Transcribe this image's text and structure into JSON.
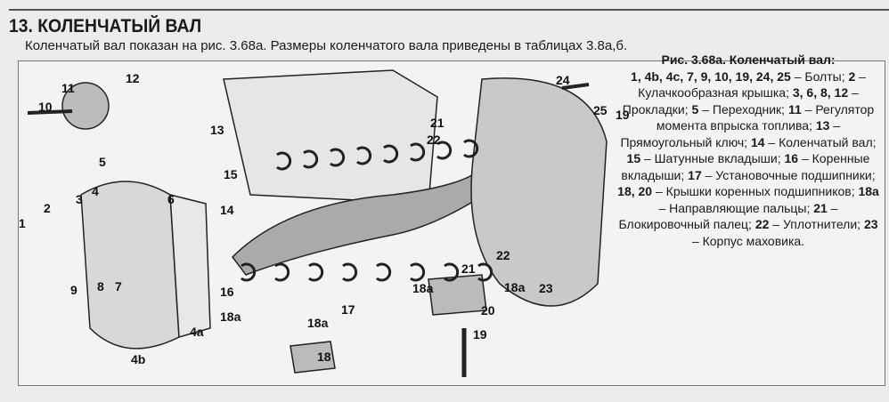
{
  "header": {
    "title": "13. КОЛЕНЧАТЫЙ ВАЛ",
    "intro": "Коленчатый вал показан на рис. 3.68а. Размеры коленчатого вала приведены в таблицах 3.8а,б."
  },
  "figure": {
    "callouts": [
      "11",
      "12",
      "10",
      "5",
      "3",
      "4",
      "1",
      "2",
      "6",
      "14",
      "15",
      "13",
      "9",
      "8",
      "7",
      "4b",
      "4a",
      "16",
      "18a",
      "18a",
      "18",
      "17",
      "18a",
      "21",
      "22",
      "18a",
      "20",
      "19",
      "23",
      "24",
      "25",
      "19",
      "21",
      "22"
    ],
    "caption": {
      "title": "Рис. 3.68а. Коленчатый вал:",
      "items": [
        {
          "num": "1, 4b, 4c, 7, 9, 10, 19, 24, 25",
          "text": " – Болты; "
        },
        {
          "num": "2",
          "text": " – Кулачкообразная крышка; "
        },
        {
          "num": "3, 6, 8, 12",
          "text": " – Прокладки; "
        },
        {
          "num": "5",
          "text": " – Переходник; "
        },
        {
          "num": "11",
          "text": " – Регулятор момента впрыска топлива; "
        },
        {
          "num": "13",
          "text": " – Прямоугольный ключ; "
        },
        {
          "num": "14",
          "text": " – Коленчатый вал; "
        },
        {
          "num": "15",
          "text": " – Шатунные вкладыши; "
        },
        {
          "num": "16",
          "text": " – Коренные вкладыши; "
        },
        {
          "num": "17",
          "text": " – Установочные подшипники; "
        },
        {
          "num": "18, 20",
          "text": " – Крышки коренных подшипников; "
        },
        {
          "num": "18a",
          "text": " – Направляющие пальцы; "
        },
        {
          "num": "21",
          "text": " – Блокировочный палец; "
        },
        {
          "num": "22",
          "text": " – Уплотнители; "
        },
        {
          "num": "23",
          "text": " – Корпус маховика."
        }
      ]
    }
  }
}
